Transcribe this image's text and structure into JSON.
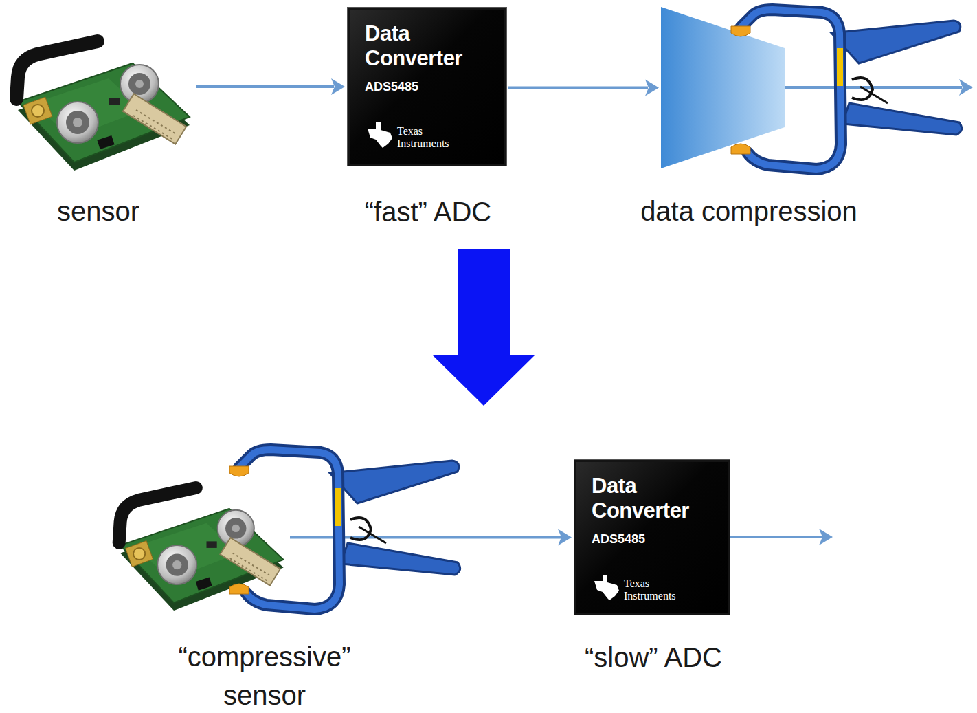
{
  "diagram": {
    "nodes": [
      {
        "text": [
          "sensor"
        ]
      },
      {
        "text": [
          "Data Converter",
          "ADS5485",
          "Texas Instruments",
          "“fast” ADC"
        ]
      },
      {
        "text": [
          "data compression"
        ]
      },
      {
        "text": [
          "“compressive” sensor"
        ]
      },
      {
        "text": [
          "Data Converter",
          "ADS5485",
          "Texas Instruments",
          "“slow” ADC"
        ]
      }
    ],
    "edges": [
      {
        "from": 0,
        "to": 1,
        "arrow": "to"
      },
      {
        "from": 1,
        "to": 2,
        "arrow": "to"
      },
      {
        "from": 3,
        "to": 4,
        "arrow": "to"
      }
    ]
  }
}
